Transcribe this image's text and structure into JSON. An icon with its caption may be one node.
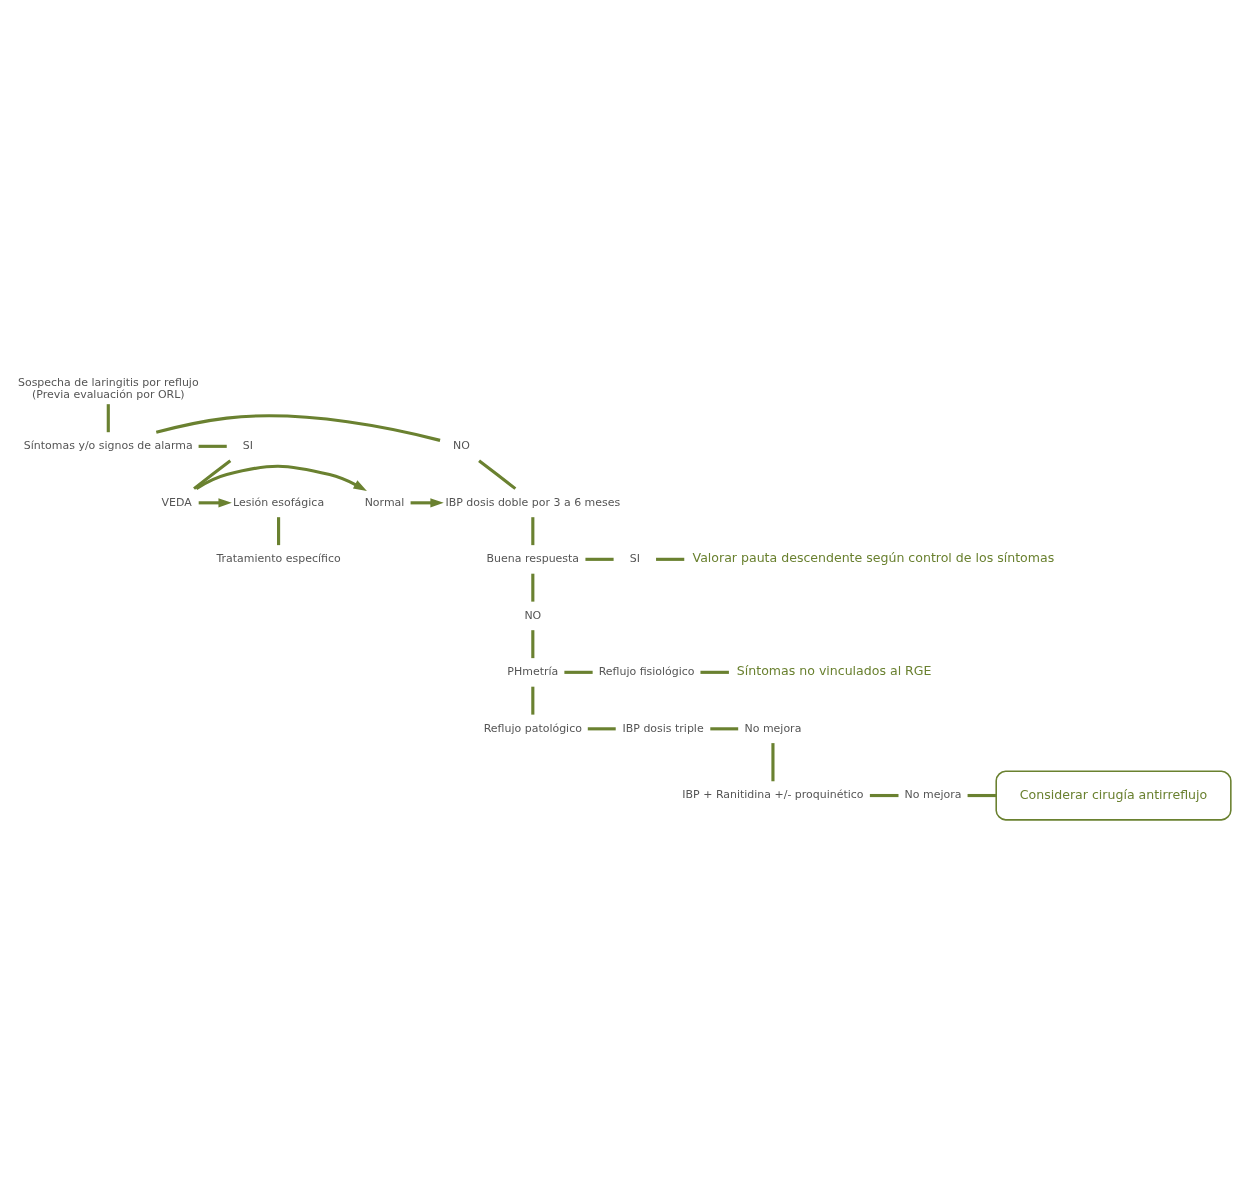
{
  "diagram": {
    "nodes": [
      {
        "text": [
          "Sospecha de laringitis por reflujo",
          "(Previa evaluación por ORL)"
        ]
      },
      {
        "text": [
          "Síntomas y/o signos de alarma"
        ]
      },
      {
        "text": [
          "NO"
        ]
      },
      {
        "text": [
          "SI"
        ]
      },
      {
        "text": [
          "IBP dosis doble por 3 a 6 meses"
        ]
      },
      {
        "text": [
          "Normal"
        ]
      },
      {
        "text": [
          "VEDA"
        ]
      },
      {
        "text": [
          "Lesión esofágica"
        ]
      },
      {
        "text": [
          "Tratamiento específico"
        ]
      },
      {
        "text": [
          "Buena respuesta"
        ]
      },
      {
        "text": [
          "SI"
        ]
      },
      {
        "text": [
          "Valorar pauta descendente según control de los síntomas"
        ]
      },
      {
        "text": [
          "NO"
        ]
      },
      {
        "text": [
          "PHmetría"
        ]
      },
      {
        "text": [
          "Reflujo fisiológico"
        ]
      },
      {
        "text": [
          "Síntomas no vinculados al RGE"
        ]
      },
      {
        "text": [
          "Reflujo patológico"
        ]
      },
      {
        "text": [
          "IBP dosis triple"
        ]
      },
      {
        "text": [
          "No mejora"
        ]
      },
      {
        "text": [
          "IBP + Ranitidina +/- proquinético"
        ]
      },
      {
        "text": [
          "No mejora"
        ]
      },
      {
        "text": [
          "Considerar cirugía antirreflujo"
        ]
      }
    ],
    "edges": [
      {
        "from": 0,
        "to": 1,
        "arrow": "none"
      },
      {
        "from": 1,
        "to": 2,
        "arrow": "none"
      },
      {
        "from": 1,
        "to": 3,
        "arrow": "none"
      },
      {
        "from": 2,
        "to": 4,
        "arrow": "none"
      },
      {
        "from": 3,
        "to": 6,
        "arrow": "none"
      },
      {
        "from": 6,
        "to": 5,
        "arrow": "to"
      },
      {
        "from": 5,
        "to": 4,
        "arrow": "to"
      },
      {
        "from": 6,
        "to": 7,
        "arrow": "to"
      },
      {
        "from": 7,
        "to": 8,
        "arrow": "none"
      },
      {
        "from": 4,
        "to": 9,
        "arrow": "none"
      },
      {
        "from": 9,
        "to": 10,
        "arrow": "none"
      },
      {
        "from": 10,
        "to": 11,
        "arrow": "none"
      },
      {
        "from": 9,
        "to": 12,
        "arrow": "none"
      },
      {
        "from": 12,
        "to": 13,
        "arrow": "none"
      },
      {
        "from": 13,
        "to": 14,
        "arrow": "none"
      },
      {
        "from": 14,
        "to": 15,
        "arrow": "none"
      },
      {
        "from": 13,
        "to": 16,
        "arrow": "none"
      },
      {
        "from": 16,
        "to": 17,
        "arrow": "none"
      },
      {
        "from": 17,
        "to": 18,
        "arrow": "none"
      },
      {
        "from": 18,
        "to": 19,
        "arrow": "none"
      },
      {
        "from": 19,
        "to": 20,
        "arrow": "none"
      },
      {
        "from": 20,
        "to": 21,
        "arrow": "none"
      }
    ]
  }
}
